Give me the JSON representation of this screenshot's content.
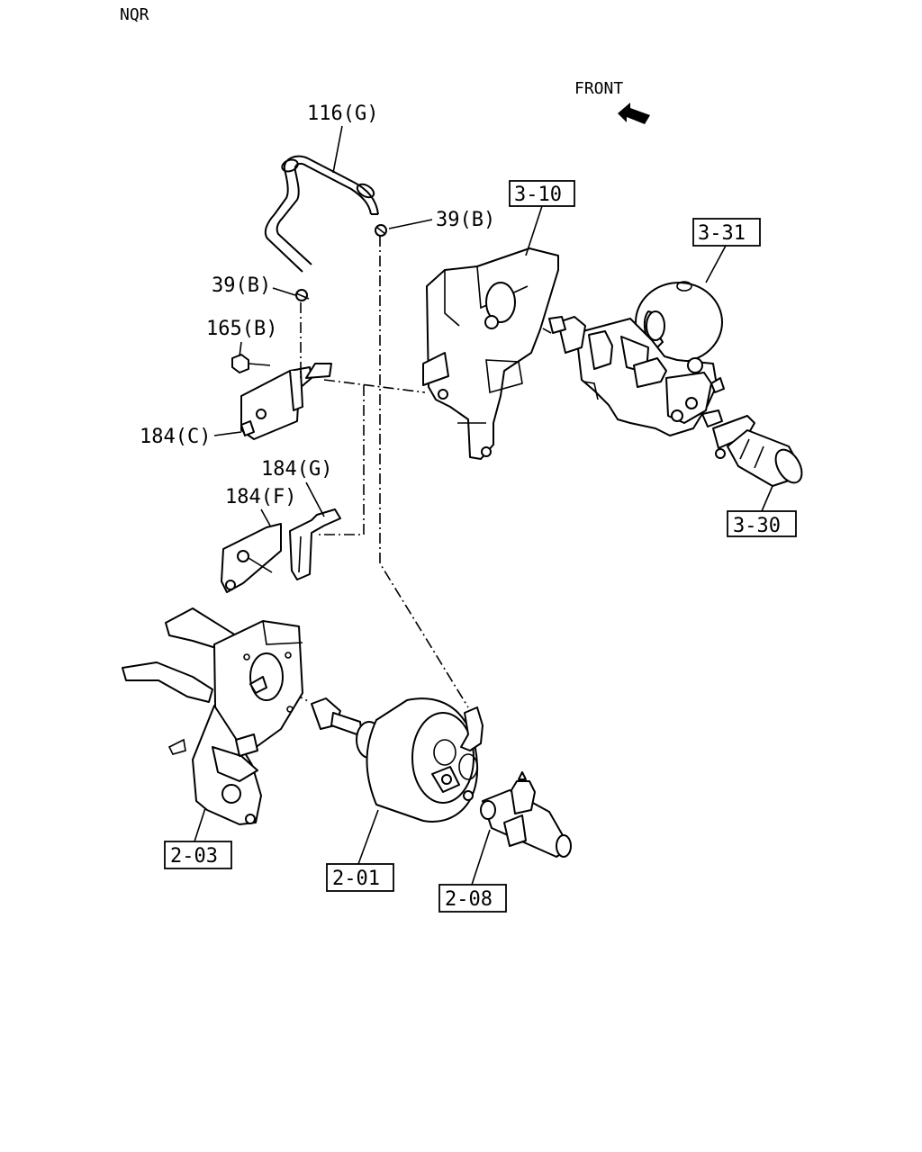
{
  "model": "NQR",
  "direction": "FRONT",
  "labels": {
    "hose": "116(G)",
    "clip_upper": "39(B)",
    "clip_left": "39(B)",
    "bolt": "165(B)",
    "bracket_c": "184(C)",
    "bracket_g": "184(G)",
    "bracket_f": "184(F)"
  },
  "refs": {
    "r310": "3-10",
    "r331": "3-31",
    "r330": "3-30",
    "r203": "2-03",
    "r201": "2-01",
    "r208": "2-08"
  }
}
